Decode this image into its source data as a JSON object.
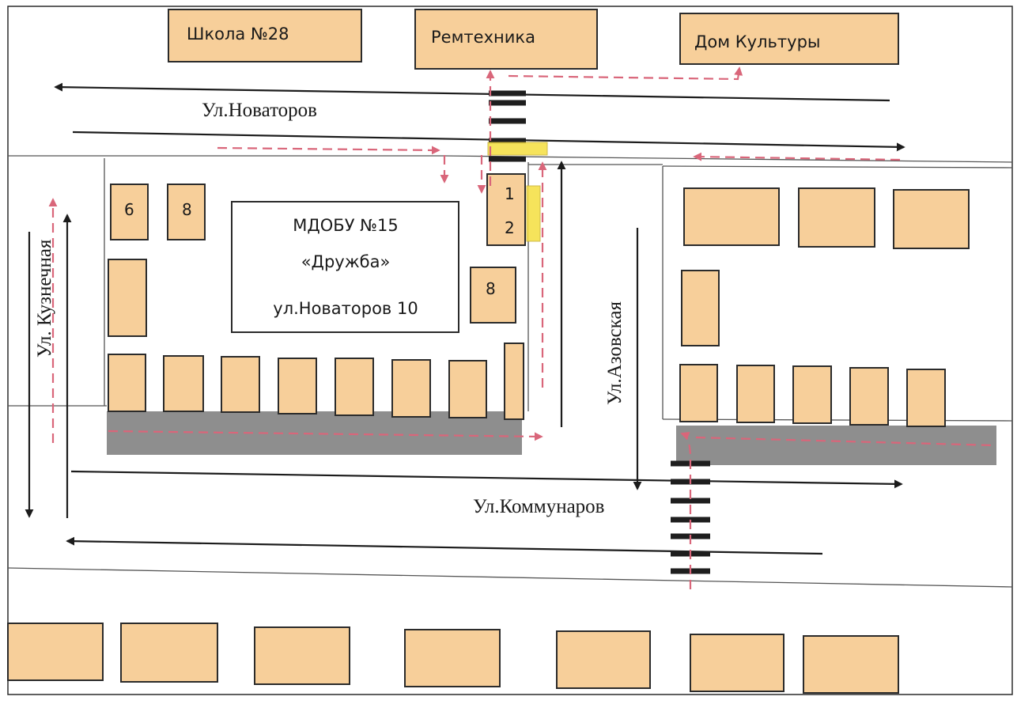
{
  "colors": {
    "building": "#f7cf9a",
    "route": "#d9667a",
    "sidewalk": "#8e8e8e",
    "highlight": "#f6e04a"
  },
  "labels": {
    "school": "Школа №28",
    "remtech": "Ремтехника",
    "culture": "Дом Культуры",
    "novatorov_street": "Ул.Новаторов",
    "kuznechnaya_street": "Ул. Кузнечная",
    "azovskaya_street": "Ул.Азовская",
    "kommunarov_street": "Ул.Коммунаров",
    "kindergarten_line1": "МДОБУ №15",
    "kindergarten_line2": "«Дружба»",
    "kindergarten_line3": "ул.Новаторов 10",
    "house_6": "6",
    "house_8a": "8",
    "house_8b": "8",
    "house_1": "1",
    "house_2": "2"
  },
  "icons": {
    "arrow": "direction-arrow-icon",
    "crosswalk": "crosswalk-icon",
    "route": "safe-route-icon"
  }
}
